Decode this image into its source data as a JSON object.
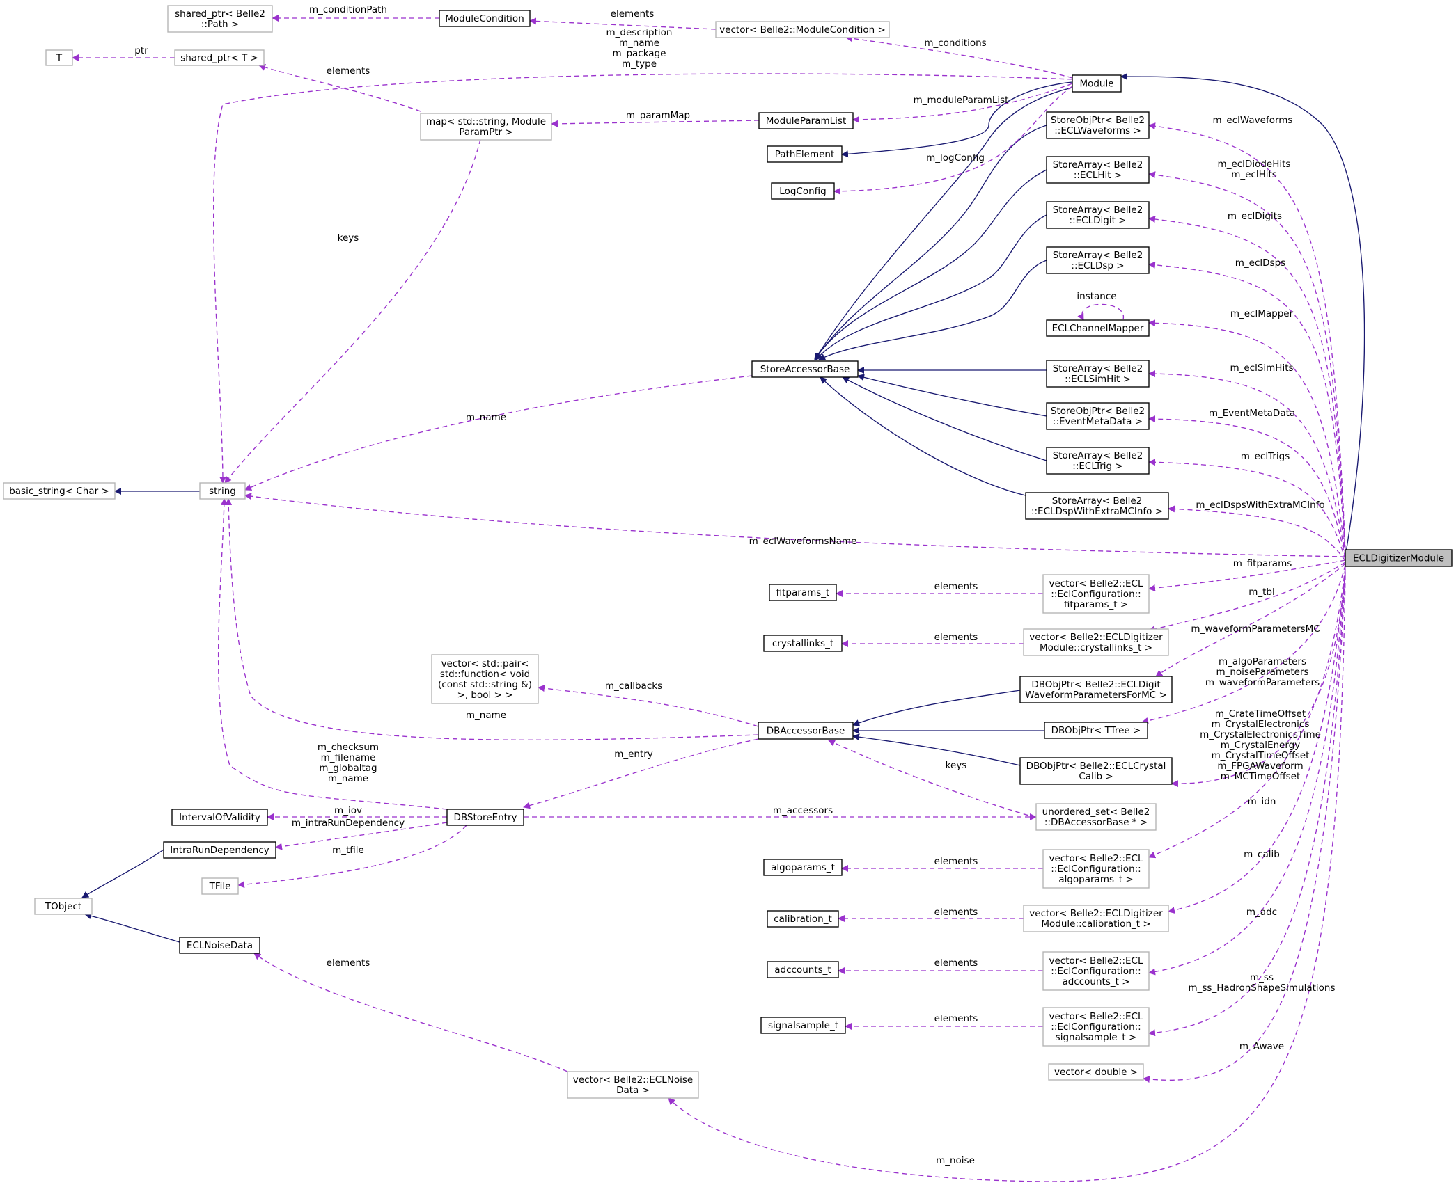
{
  "colors": {
    "inheritance_edge": "#191970",
    "usage_edge": "#9a32cd",
    "focus_node_fill": "#bfbfbf",
    "solid_border": "#000000",
    "undocumented_border": "#b3b3b3"
  },
  "nodes": {
    "shared_ptr_path": [
      "shared_ptr< Belle2",
      "::Path >"
    ],
    "module_condition": [
      "ModuleCondition"
    ],
    "vector_module_condition": [
      "vector< Belle2::ModuleCondition >"
    ],
    "t": [
      "T"
    ],
    "shared_ptr_t": [
      "shared_ptr< T >"
    ],
    "module": [
      "Module"
    ],
    "map_param": [
      "map< std::string, Module",
      "ParamPtr >"
    ],
    "module_param_list": [
      "ModuleParamList"
    ],
    "path_element": [
      "PathElement"
    ],
    "log_config": [
      "LogConfig"
    ],
    "storeobj_waveforms": [
      "StoreObjPtr< Belle2",
      "::ECLWaveforms >"
    ],
    "storearray_hit": [
      "StoreArray< Belle2",
      "::ECLHit >"
    ],
    "storearray_digit": [
      "StoreArray< Belle2",
      "::ECLDigit >"
    ],
    "storearray_dsp": [
      "StoreArray< Belle2",
      "::ECLDsp >"
    ],
    "channel_mapper": [
      "ECLChannelMapper"
    ],
    "store_accessor_base": [
      "StoreAccessorBase"
    ],
    "storearray_simhit": [
      "StoreArray< Belle2",
      "::ECLSimHit >"
    ],
    "storeobj_eventmeta": [
      "StoreObjPtr< Belle2",
      "::EventMetaData >"
    ],
    "storearray_trig": [
      "StoreArray< Belle2",
      "::ECLTrig >"
    ],
    "storearray_dsp_mc": [
      "StoreArray< Belle2",
      "::ECLDspWithExtraMCInfo >"
    ],
    "basic_string": [
      "basic_string< Char >"
    ],
    "string": [
      "string"
    ],
    "ecl_digitizer_module": [
      "ECLDigitizerModule"
    ],
    "fitparams_t": [
      "fitparams_t"
    ],
    "vector_fitparams": [
      "vector< Belle2::ECL",
      "::EclConfiguration::",
      "fitparams_t >"
    ],
    "crystallinks_t": [
      "crystallinks_t"
    ],
    "vector_crystallinks": [
      "vector< Belle2::ECLDigitizer",
      "Module::crystallinks_t >"
    ],
    "vector_pair_function": [
      "vector< std::pair<",
      "std::function< void",
      "(const std::string &)",
      ">, bool > >"
    ],
    "dbobj_waveform_mc": [
      "DBObjPtr< Belle2::ECLDigit",
      "WaveformParametersForMC >"
    ],
    "db_accessor_base": [
      "DBAccessorBase"
    ],
    "dbobj_ttree": [
      "DBObjPtr< TTree >"
    ],
    "dbobj_crystal_calib": [
      "DBObjPtr< Belle2::ECLCrystal",
      "Calib >"
    ],
    "interval_of_validity": [
      "IntervalOfValidity"
    ],
    "db_store_entry": [
      "DBStoreEntry"
    ],
    "unordered_set": [
      "unordered_set< Belle2",
      "::DBAccessorBase * >"
    ],
    "intra_run_dependency": [
      "IntraRunDependency"
    ],
    "tfile": [
      "TFile"
    ],
    "algoparams_t": [
      "algoparams_t"
    ],
    "vector_algoparams": [
      "vector< Belle2::ECL",
      "::EclConfiguration::",
      "algoparams_t >"
    ],
    "tobject": [
      "TObject"
    ],
    "calibration_t": [
      "calibration_t"
    ],
    "vector_calibration": [
      "vector< Belle2::ECLDigitizer",
      "Module::calibration_t >"
    ],
    "ecl_noise_data": [
      "ECLNoiseData"
    ],
    "adccounts_t": [
      "adccounts_t"
    ],
    "vector_adccounts": [
      "vector< Belle2::ECL",
      "::EclConfiguration::",
      "adccounts_t >"
    ],
    "signalsample_t": [
      "signalsample_t"
    ],
    "vector_signalsample": [
      "vector< Belle2::ECL",
      "::EclConfiguration::",
      "signalsample_t >"
    ],
    "vector_double": [
      "vector< double >"
    ],
    "vector_noise_data": [
      "vector< Belle2::ECLNoise",
      "Data >"
    ]
  },
  "edge_labels": {
    "m_conditionPath": [
      "m_conditionPath"
    ],
    "elements_condition": [
      "elements"
    ],
    "ptr": [
      "ptr"
    ],
    "m_conditions": [
      "m_conditions"
    ],
    "module_strings": [
      "m_description",
      "m_name",
      "m_package",
      "m_type"
    ],
    "elements_map": [
      "elements"
    ],
    "m_paramMap": [
      "m_paramMap"
    ],
    "m_moduleParamList": [
      "m_moduleParamList"
    ],
    "m_logConfig": [
      "m_logConfig"
    ],
    "keys_map": [
      "keys"
    ],
    "m_eclWaveforms": [
      "m_eclWaveforms"
    ],
    "m_eclHits": [
      "m_eclDiodeHits",
      "m_eclHits"
    ],
    "m_eclDigits": [
      "m_eclDigits"
    ],
    "m_eclDsps": [
      "m_eclDsps"
    ],
    "instance": [
      "instance"
    ],
    "m_eclMapper": [
      "m_eclMapper"
    ],
    "m_eclSimHits": [
      "m_eclSimHits"
    ],
    "m_EventMetaData": [
      "m_EventMetaData"
    ],
    "m_eclTrigs": [
      "m_eclTrigs"
    ],
    "m_eclDspsWithExtraMCInfo": [
      "m_eclDspsWithExtraMCInfo"
    ],
    "m_name_store": [
      "m_name"
    ],
    "m_eclWaveformsName": [
      "m_eclWaveformsName"
    ],
    "m_fitparams": [
      "m_fitparams"
    ],
    "elements_fitparams": [
      "elements"
    ],
    "m_tbl": [
      "m_tbl"
    ],
    "elements_crystallinks": [
      "elements"
    ],
    "m_waveformParametersMC": [
      "m_waveformParametersMC"
    ],
    "m_callbacks": [
      "m_callbacks"
    ],
    "m_waveform_params": [
      "m_algoParameters",
      "m_noiseParameters",
      "m_waveformParameters"
    ],
    "m_name_db": [
      "m_name"
    ],
    "crystal_params": [
      "m_CrateTimeOffset",
      "m_CrystalElectronics",
      "m_CrystalElectronicsTime",
      "m_CrystalEnergy",
      "m_CrystalTimeOffset",
      "m_FPGAWaveform",
      "m_MCTimeOffset"
    ],
    "entry_strings": [
      "m_checksum",
      "m_filename",
      "m_globaltag",
      "m_name"
    ],
    "m_entry": [
      "m_entry"
    ],
    "keys_db": [
      "keys"
    ],
    "m_iov": [
      "m_iov"
    ],
    "m_accessors": [
      "m_accessors"
    ],
    "m_idn": [
      "m_idn"
    ],
    "m_intraRunDependency": [
      "m_intraRunDependency"
    ],
    "m_tfile": [
      "m_tfile"
    ],
    "elements_algoparams": [
      "elements"
    ],
    "m_calib": [
      "m_calib"
    ],
    "elements_calibration": [
      "elements"
    ],
    "m_adc": [
      "m_adc"
    ],
    "elements_noise": [
      "elements"
    ],
    "elements_adccounts": [
      "elements"
    ],
    "m_ss": [
      "m_ss",
      "m_ss_HadronShapeSimulations"
    ],
    "elements_signalsample": [
      "elements"
    ],
    "m_Awave": [
      "m_Awave"
    ],
    "m_noise": [
      "m_noise"
    ]
  }
}
